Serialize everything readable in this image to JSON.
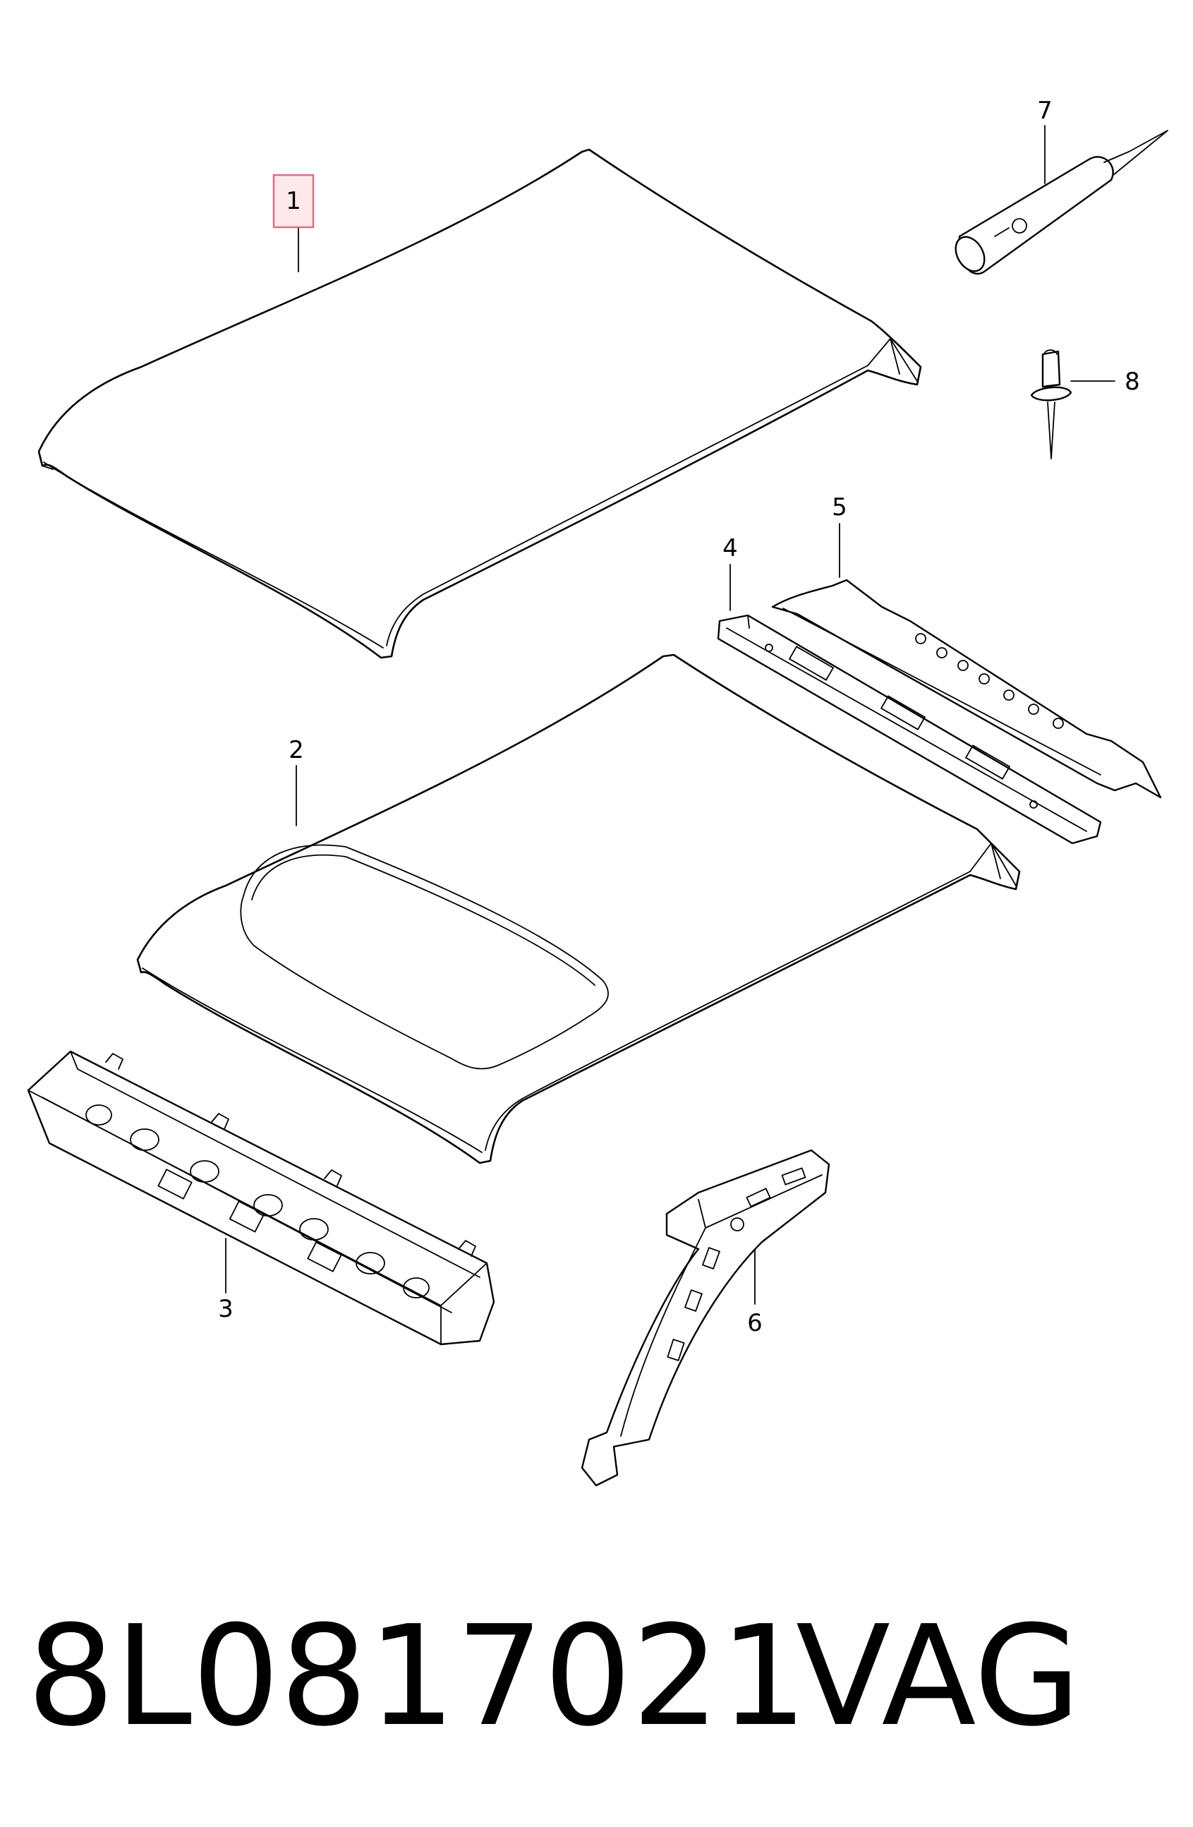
{
  "callouts": {
    "c1": "1",
    "c2": "2",
    "c3": "3",
    "c4": "4",
    "c5": "5",
    "c6": "6",
    "c7": "7",
    "c8": "8"
  },
  "footer": {
    "part_number": "8L0817021",
    "brand": "VAG"
  },
  "colors": {
    "line": "#000000",
    "highlight_fill": "#fde8ec",
    "highlight_border": "#e06a85"
  }
}
